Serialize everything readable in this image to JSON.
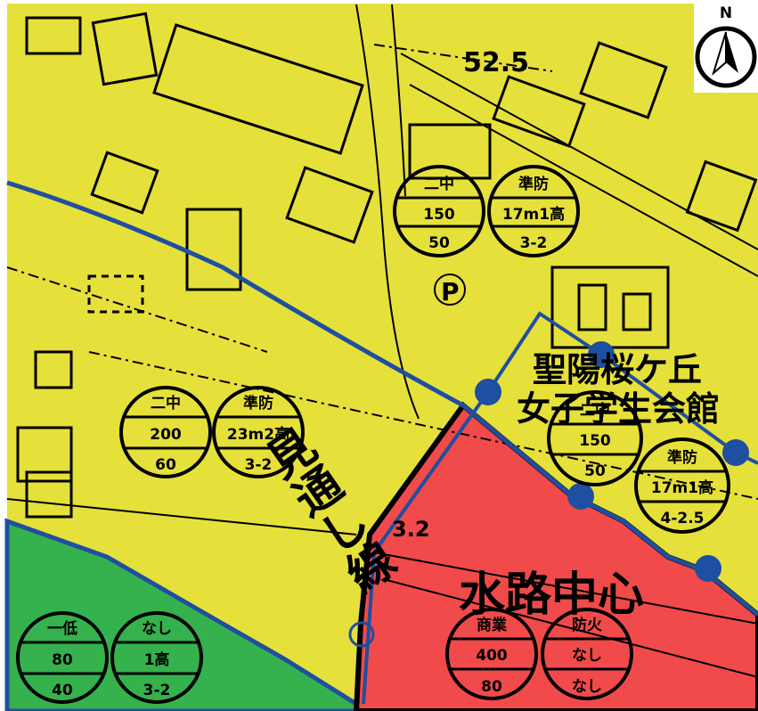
{
  "map": {
    "colors": {
      "residential_yellow": "#e6e03a",
      "commercial_red": "#f04a4a",
      "low_rise_green": "#35b14e",
      "district_boundary": "#1f4fa0",
      "outline": "#000000"
    },
    "labels": {
      "road_name": "見通し線",
      "elevation_top": "52.5",
      "elevation_mid": "3.2",
      "district_name": "水路中心",
      "school_name_line1": "聖陽桜ケ丘",
      "school_name_line2": "女子学生会館",
      "parking_symbol": "P"
    },
    "compass": {
      "north_label": "N",
      "icon": "north-arrow-icon"
    },
    "zones": [
      {
        "id": "zone-a",
        "use": "二中",
        "far": "150",
        "bcr": "50",
        "fire": "準防",
        "height": "17m1高",
        "wall": "3-2"
      },
      {
        "id": "zone-b",
        "use": "二中",
        "far": "200",
        "bcr": "60",
        "fire": "準防",
        "height": "23m2高",
        "wall": "3-2"
      },
      {
        "id": "zone-c",
        "use": "二中",
        "far": "150",
        "bcr": "50",
        "fire": "準防",
        "height": "17m1高",
        "wall": "4-2.5"
      },
      {
        "id": "zone-d",
        "use": "一低",
        "far": "80",
        "bcr": "40",
        "fire": "なし",
        "height": "1高",
        "wall": "3-2"
      },
      {
        "id": "zone-e",
        "use": "商業",
        "far": "400",
        "bcr": "80",
        "fire": "防火",
        "height": "なし",
        "wall": "なし"
      }
    ]
  }
}
